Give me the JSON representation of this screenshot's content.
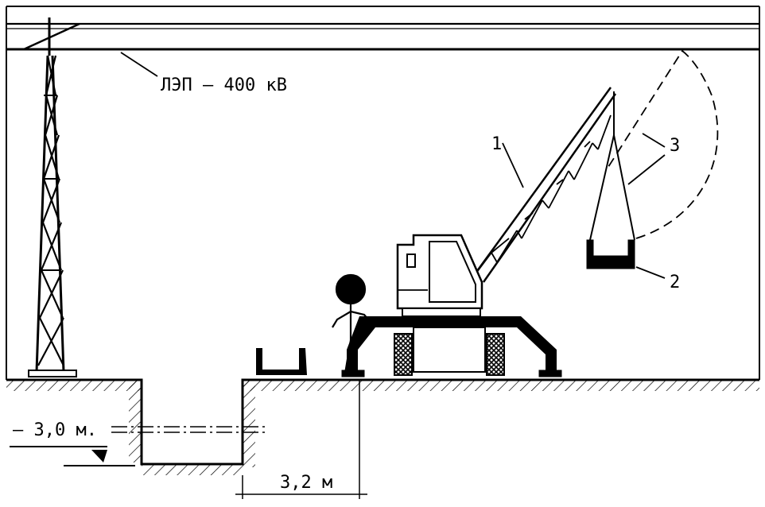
{
  "labels": {
    "power_line": "ЛЭП – 400 кВ",
    "depth": "– 3,0 м.",
    "distance": "3,2 м",
    "callout_1": "1",
    "callout_2": "2",
    "callout_3": "3"
  }
}
